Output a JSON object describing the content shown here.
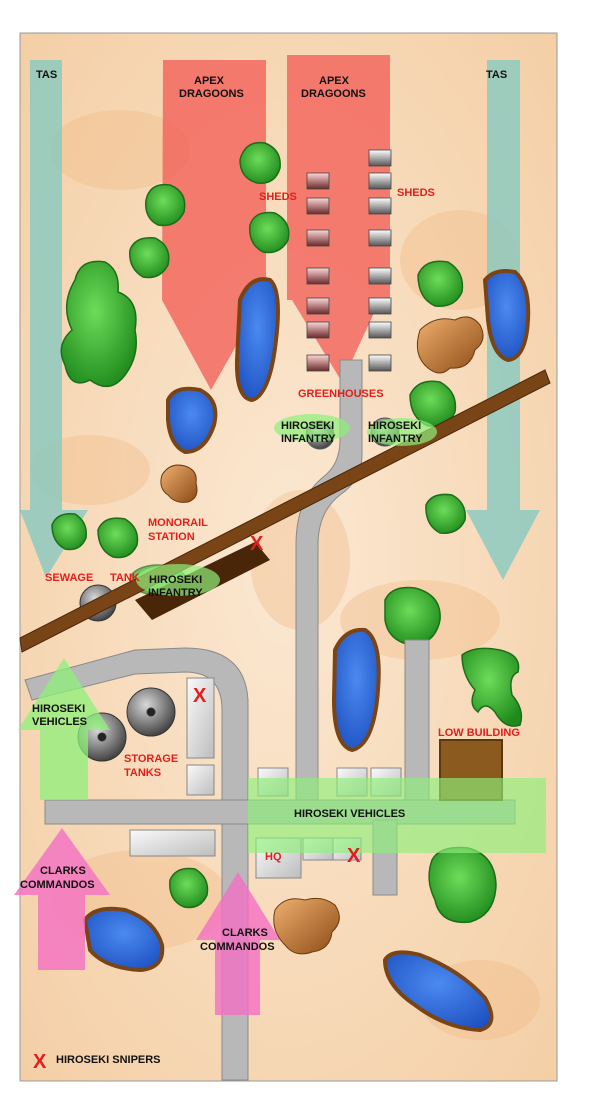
{
  "labels": {
    "tas_left": "TAS",
    "tas_right": "TAS",
    "apex_left_1": "APEX",
    "apex_left_2": "DRAGOONS",
    "apex_right_1": "APEX",
    "apex_right_2": "DRAGOONS",
    "sheds_left": "SHEDS",
    "sheds_right": "SHEDS",
    "greenhouses": "GREENHOUSES",
    "hiro_inf_1a": "HIROSEKI",
    "hiro_inf_1b": "INFANTRY",
    "hiro_inf_2a": "HIROSEKI",
    "hiro_inf_2b": "INFANTRY",
    "monorail_1": "MONORAIL",
    "monorail_2": "STATION",
    "sewage": "SEWAGE",
    "tank": "TANK",
    "hiro_inf_3a": "HIROSEKI",
    "hiro_inf_3b": "INFANTRY",
    "hiro_veh_left_1": "HIROSEKI",
    "hiro_veh_left_2": "VEHICLES",
    "storage_1": "STORAGE",
    "storage_2": "TANKS",
    "low_building": "LOW BUILDING",
    "hiro_veh_main": "HIROSEKI VEHICLES",
    "hq": "HQ",
    "clarks_left_1": "CLARKS",
    "clarks_left_2": "COMMANDOS",
    "clarks_mid_1": "CLARKS",
    "clarks_mid_2": "COMMANDOS",
    "sniper_mark": "X",
    "legend": "HIROSEKI SNIPERS"
  },
  "colors": {
    "sand": "#f6d9b8",
    "tas_arrow": "#7fc8c2",
    "apex_arrow": "#f2625a",
    "hiroseki_green": "#8ef07a",
    "clarks_pink": "#f46fc4",
    "road": "#b5b5b5",
    "monorail": "#7a4516",
    "water": "#2f66d8",
    "sniper_red": "#e0201c"
  }
}
